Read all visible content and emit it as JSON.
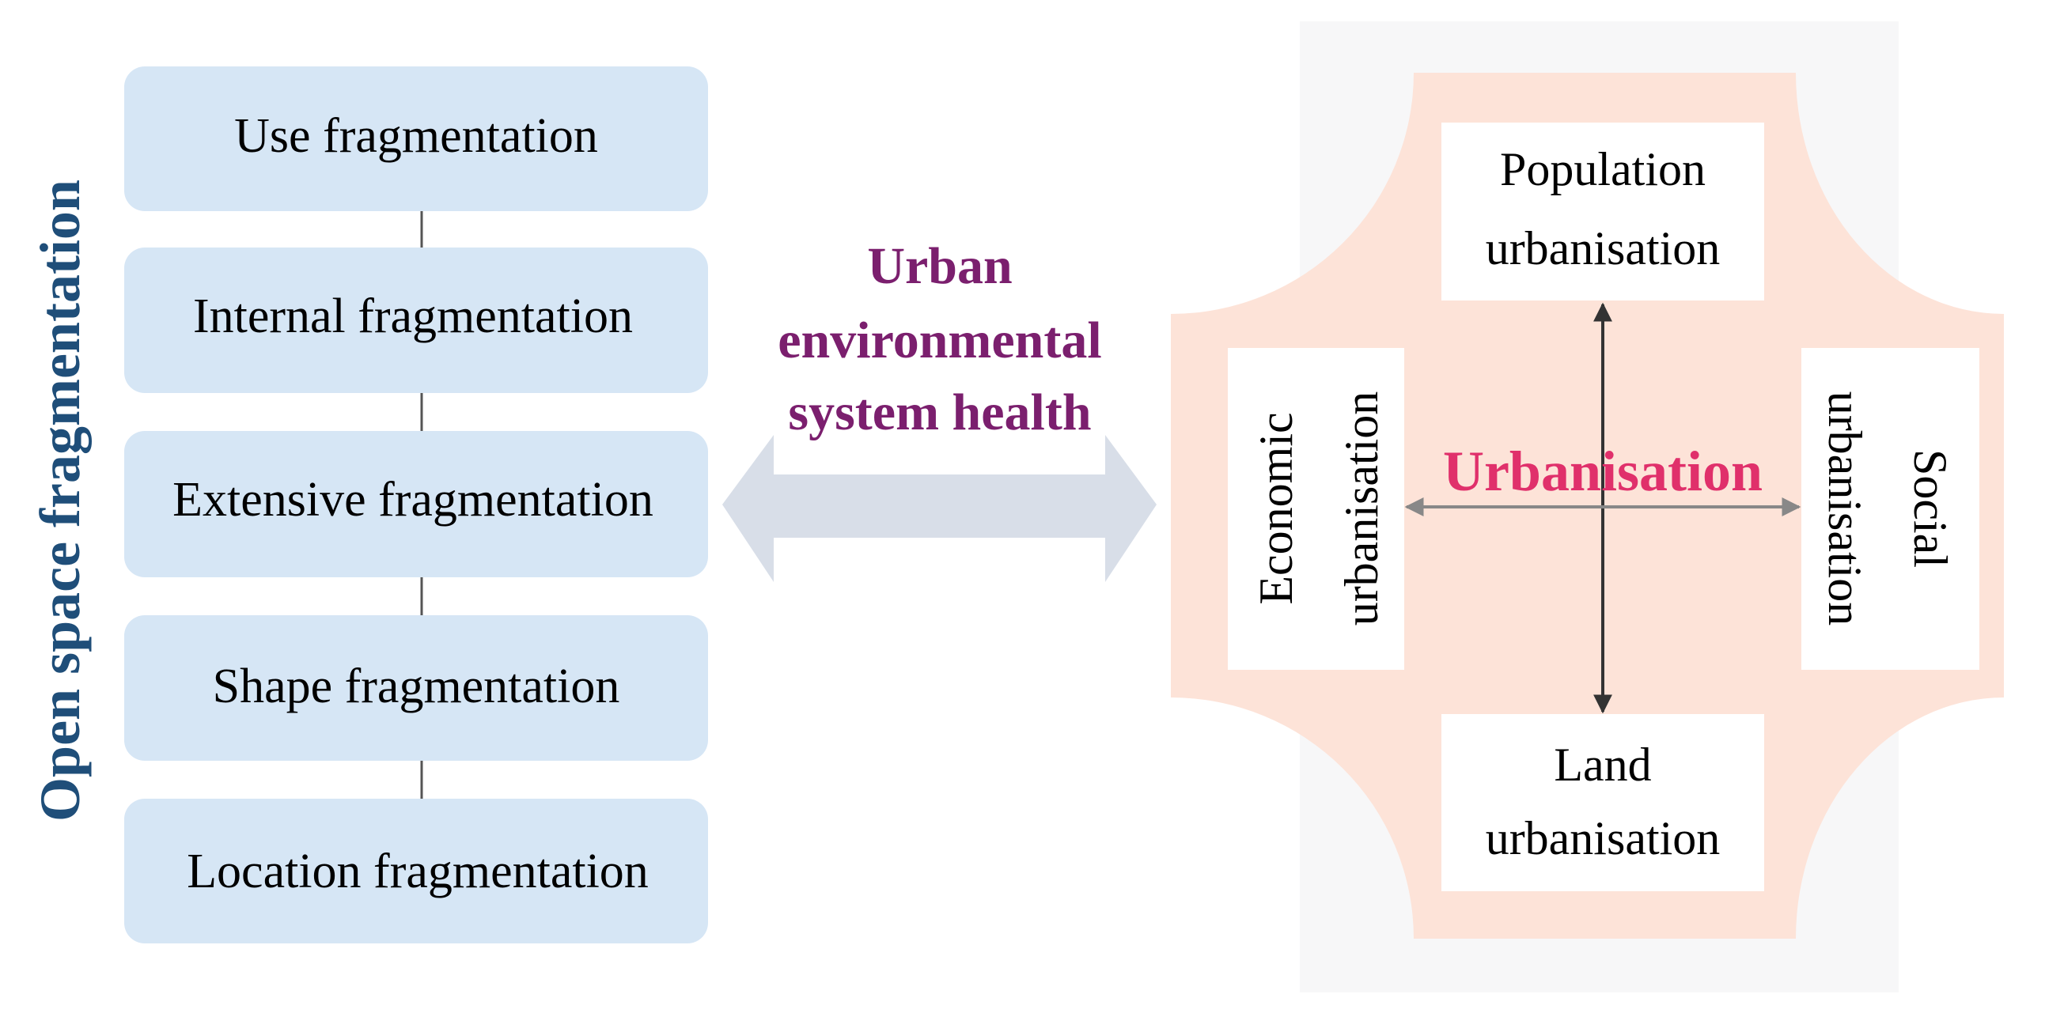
{
  "left_panel": {
    "axis_title": "Open space fragmentation",
    "boxes": [
      "Use fragmentation",
      "Internal fragmentation",
      "Extensive fragmentation",
      "Shape fragmentation",
      "Location fragmentation"
    ]
  },
  "middle": {
    "title_lines": [
      "Urban",
      "environmental",
      "system health"
    ]
  },
  "right_panel": {
    "center_label": "Urbanisation",
    "top_box": [
      "Population",
      "urbanisation"
    ],
    "bottom_box": [
      "Land",
      "urbanisation"
    ],
    "left_box": [
      "Economic",
      "urbanisation"
    ],
    "right_box": [
      "Social",
      "urbanisation"
    ]
  },
  "colors": {
    "box_fill": "#d6e6f5",
    "axis_title": "#1f4e79",
    "middle_title": "#7b1f6e",
    "double_arrow": "#d8dee8",
    "cross_fill": "#fde3d8",
    "cross_bg": "#f7f7f8",
    "center_label": "#e0306b",
    "vertical_arrow": "#333333",
    "horizontal_arrow": "#888888"
  }
}
